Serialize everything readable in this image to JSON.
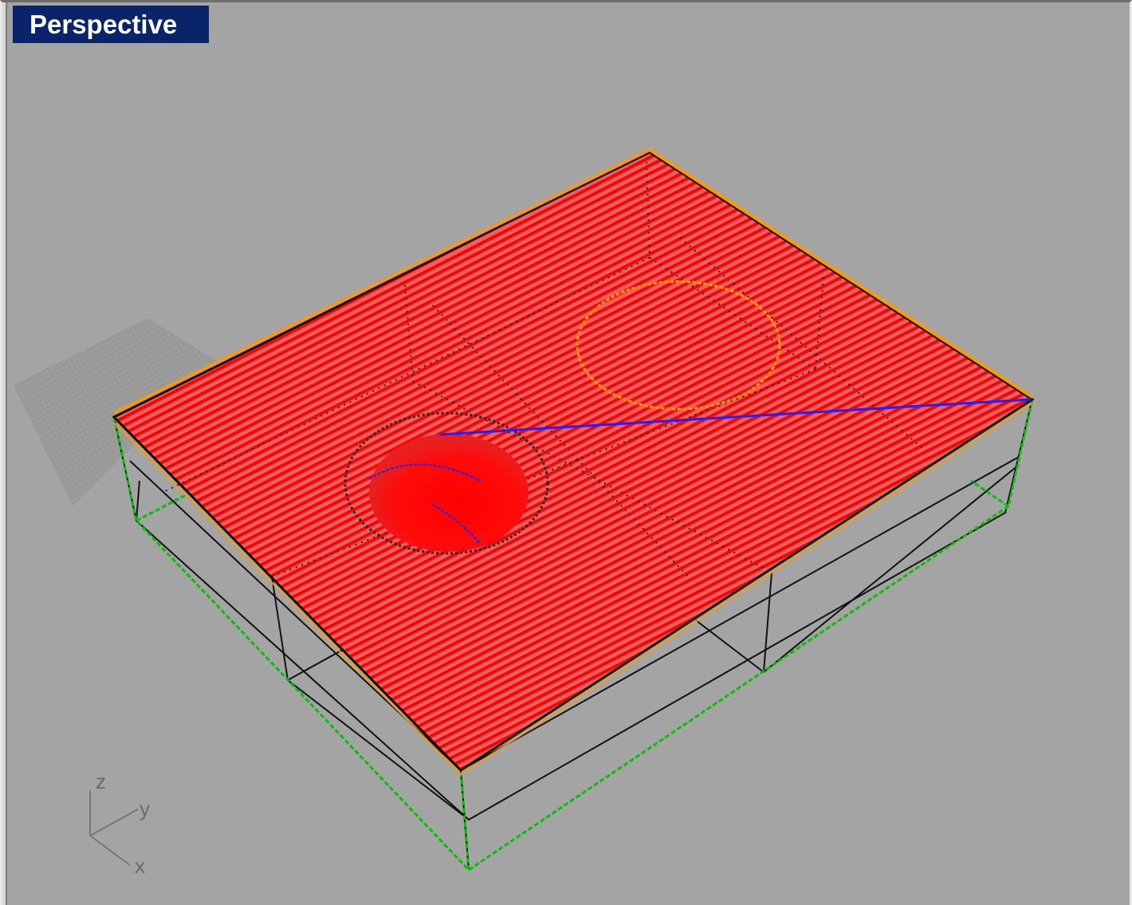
{
  "viewport": {
    "title": "Perspective",
    "background_color": "#a4a4a4",
    "title_bar_color": "#0a246a"
  },
  "axes": {
    "z_label": "z",
    "y_label": "y",
    "x_label": "x"
  },
  "scene": {
    "surface_color": "#ff0000",
    "selection_edge_color": "#ff9900",
    "box_edge_color": "#00c000",
    "wire_color": "#000000",
    "curve_color": "#2020ff",
    "icons": [
      "construction-plane-grid",
      "box-wireframe",
      "sphere-mesh",
      "circle-curve"
    ]
  }
}
